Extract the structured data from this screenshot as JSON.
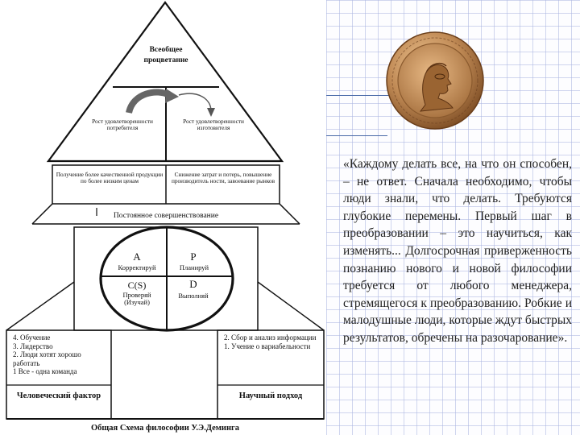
{
  "diagram": {
    "apex": "Всеобщее процветание",
    "left_growth": "Рост удовлетворенности потребителя",
    "right_growth": "Рост удовлетворенности изготовителя",
    "left_quality": "Получение более качественной продукции по более низким ценам",
    "right_quality": "Снижение затрат и потерь, повышение производитель ности, завоевание рынков",
    "floor": "Постоянное совершенствование",
    "cycle": {
      "a_letter": "A",
      "a_label": "Корректируй",
      "p_letter": "P",
      "p_label": "Планируй",
      "c_letter": "C(S)",
      "c_label": "Проверяй (Изучай)",
      "d_letter": "D",
      "d_label": "Выполняй"
    },
    "left_list": [
      "4. Обучение",
      "3. Лидерство",
      "2. Люди хотят хорошо работать",
      "1 Все - одна команда"
    ],
    "right_list": [
      "2. Сбор и анализ информации",
      "1. Учение о вариабельности"
    ],
    "human_factor": "Человеческий фактор",
    "scientific_approach": "Научный подход",
    "caption": "Общая Схема философии У.Э.Деминга"
  },
  "quote": "«Каждому делать все, на что он способен, – не ответ. Сначала необходимо, чтобы люди знали, что делать. Требуются глубокие перемены. Первый шаг в преобразовании – это научиться, как изменять... Долгосрочная приверженность познанию нового и новой философии требуется от любого менеджера, стремящегося к преобразованию. Робкие и малодушные люди, которые ждут быстрых результатов, обречены на разочарование».",
  "colors": {
    "grid": "#aab4e1",
    "rule": "#4a6aa8",
    "medal": "#c08a55"
  }
}
